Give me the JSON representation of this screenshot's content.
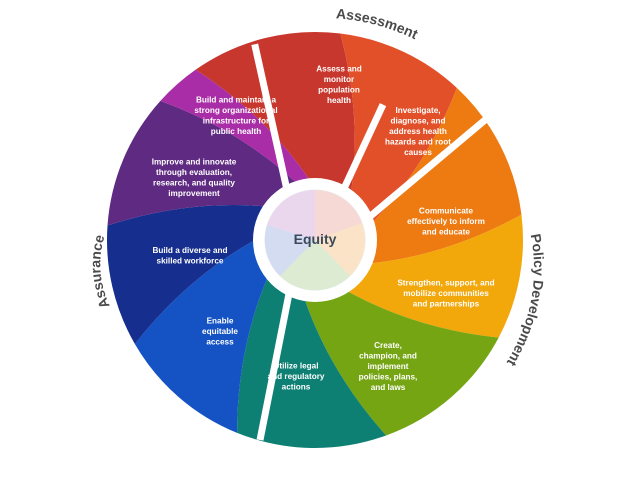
{
  "center": {
    "label": "Equity"
  },
  "domains": {
    "assessment": "Assessment",
    "policy_development": "Policy Development",
    "assurance": "Assurance"
  },
  "segments": [
    {
      "id": "assess-monitor",
      "lines": [
        "Assess and",
        "monitor",
        "population",
        "health"
      ],
      "color": "#C8372D"
    },
    {
      "id": "investigate",
      "lines": [
        "Investigate,",
        "diagnose, and",
        "address health",
        "hazards and root",
        "causes"
      ],
      "color": "#E2502A"
    },
    {
      "id": "communicate",
      "lines": [
        "Communicate",
        "effectively to inform",
        "and educate"
      ],
      "color": "#EE7A12"
    },
    {
      "id": "strengthen",
      "lines": [
        "Strengthen, support, and",
        "mobilize communities",
        "and partnerships"
      ],
      "color": "#F2A70A"
    },
    {
      "id": "create-champion",
      "lines": [
        "Create,",
        "champion, and",
        "implement",
        "policies, plans,",
        "and laws"
      ],
      "color": "#76A514"
    },
    {
      "id": "legal-actions",
      "lines": [
        "Utilize legal",
        "and regulatory",
        "actions"
      ],
      "color": "#0E7F73"
    },
    {
      "id": "equitable-access",
      "lines": [
        "Enable",
        "equitable",
        "access"
      ],
      "color": "#1553C4"
    },
    {
      "id": "diverse-workforce",
      "lines": [
        "Build a diverse and",
        "skilled workforce"
      ],
      "color": "#162F8E"
    },
    {
      "id": "improve-innovate",
      "lines": [
        "Improve and innovate",
        "through evaluation,",
        "research, and quality",
        "improvement"
      ],
      "color": "#5E2A82"
    },
    {
      "id": "infrastructure",
      "lines": [
        "Build and maintain a",
        "strong organizational",
        "infrastructure for",
        "public health"
      ],
      "color": "#A92DA6"
    }
  ]
}
